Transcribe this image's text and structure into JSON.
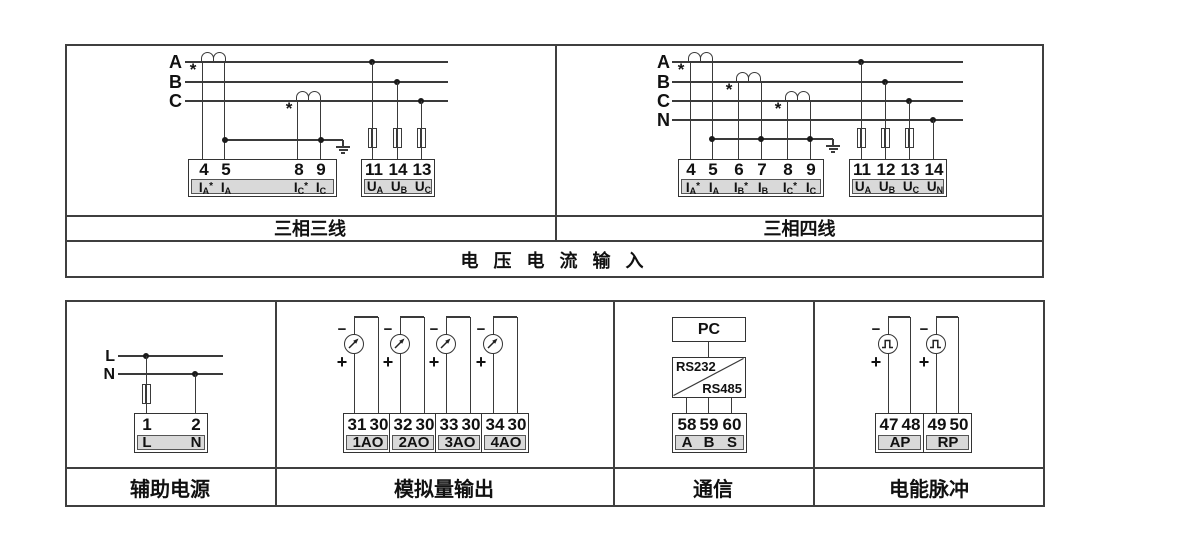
{
  "top_table": {
    "ct_mark": "*",
    "bottom_caption": "电 压 电 流 输 入",
    "left": {
      "caption": "三相三线",
      "phases": [
        "A",
        "B",
        "C"
      ],
      "current_terminals": {
        "numbers": [
          "4",
          "5",
          "8",
          "9"
        ],
        "labels": [
          {
            "b": "I",
            "s": "A",
            "p": "*"
          },
          {
            "b": "I",
            "s": "A",
            "p": ""
          },
          {
            "b": "I",
            "s": "C",
            "p": "*"
          },
          {
            "b": "I",
            "s": "C",
            "p": ""
          }
        ]
      },
      "voltage_terminals": {
        "numbers": [
          "11",
          "14",
          "13"
        ],
        "labels": [
          {
            "b": "U",
            "s": "A"
          },
          {
            "b": "U",
            "s": "B"
          },
          {
            "b": "U",
            "s": "C"
          }
        ]
      }
    },
    "right": {
      "caption": "三相四线",
      "phases": [
        "A",
        "B",
        "C",
        "N"
      ],
      "current_terminals": {
        "numbers": [
          "4",
          "5",
          "6",
          "7",
          "8",
          "9"
        ],
        "labels": [
          {
            "b": "I",
            "s": "A",
            "p": "*"
          },
          {
            "b": "I",
            "s": "A",
            "p": ""
          },
          {
            "b": "I",
            "s": "B",
            "p": "*"
          },
          {
            "b": "I",
            "s": "B",
            "p": ""
          },
          {
            "b": "I",
            "s": "C",
            "p": "*"
          },
          {
            "b": "I",
            "s": "C",
            "p": ""
          }
        ]
      },
      "voltage_terminals": {
        "numbers": [
          "11",
          "12",
          "13",
          "14"
        ],
        "labels": [
          {
            "b": "U",
            "s": "A"
          },
          {
            "b": "U",
            "s": "B"
          },
          {
            "b": "U",
            "s": "C"
          },
          {
            "b": "U",
            "s": "N"
          }
        ]
      }
    }
  },
  "bottom_table": {
    "aux": {
      "caption": "辅助电源",
      "line_labels": [
        "L",
        "N"
      ],
      "terminals": {
        "numbers": [
          "1",
          "2"
        ],
        "labels": [
          "L",
          "N"
        ]
      }
    },
    "analog": {
      "caption": "模拟量输出",
      "polarity": {
        "minus": "−",
        "plus": "+"
      },
      "groups": [
        {
          "numbers": [
            "31",
            "30"
          ],
          "label": "1AO"
        },
        {
          "numbers": [
            "32",
            "30"
          ],
          "label": "2AO"
        },
        {
          "numbers": [
            "33",
            "30"
          ],
          "label": "3AO"
        },
        {
          "numbers": [
            "34",
            "30"
          ],
          "label": "4AO"
        }
      ]
    },
    "comm": {
      "caption": "通信",
      "pc_label": "PC",
      "converter": {
        "top": "RS232",
        "bottom": "RS485"
      },
      "terminals": {
        "numbers": [
          "58",
          "59",
          "60"
        ],
        "labels": [
          "A",
          "B",
          "S"
        ]
      }
    },
    "pulse": {
      "caption": "电能脉冲",
      "polarity": {
        "minus": "−",
        "plus": "+"
      },
      "groups": [
        {
          "numbers": [
            "47",
            "48"
          ],
          "label": "AP"
        },
        {
          "numbers": [
            "49",
            "50"
          ],
          "label": "RP"
        }
      ]
    }
  },
  "colors": {
    "line": "#3a3a3a",
    "terminal_fill": "#d9d9d9",
    "background": "#ffffff"
  }
}
